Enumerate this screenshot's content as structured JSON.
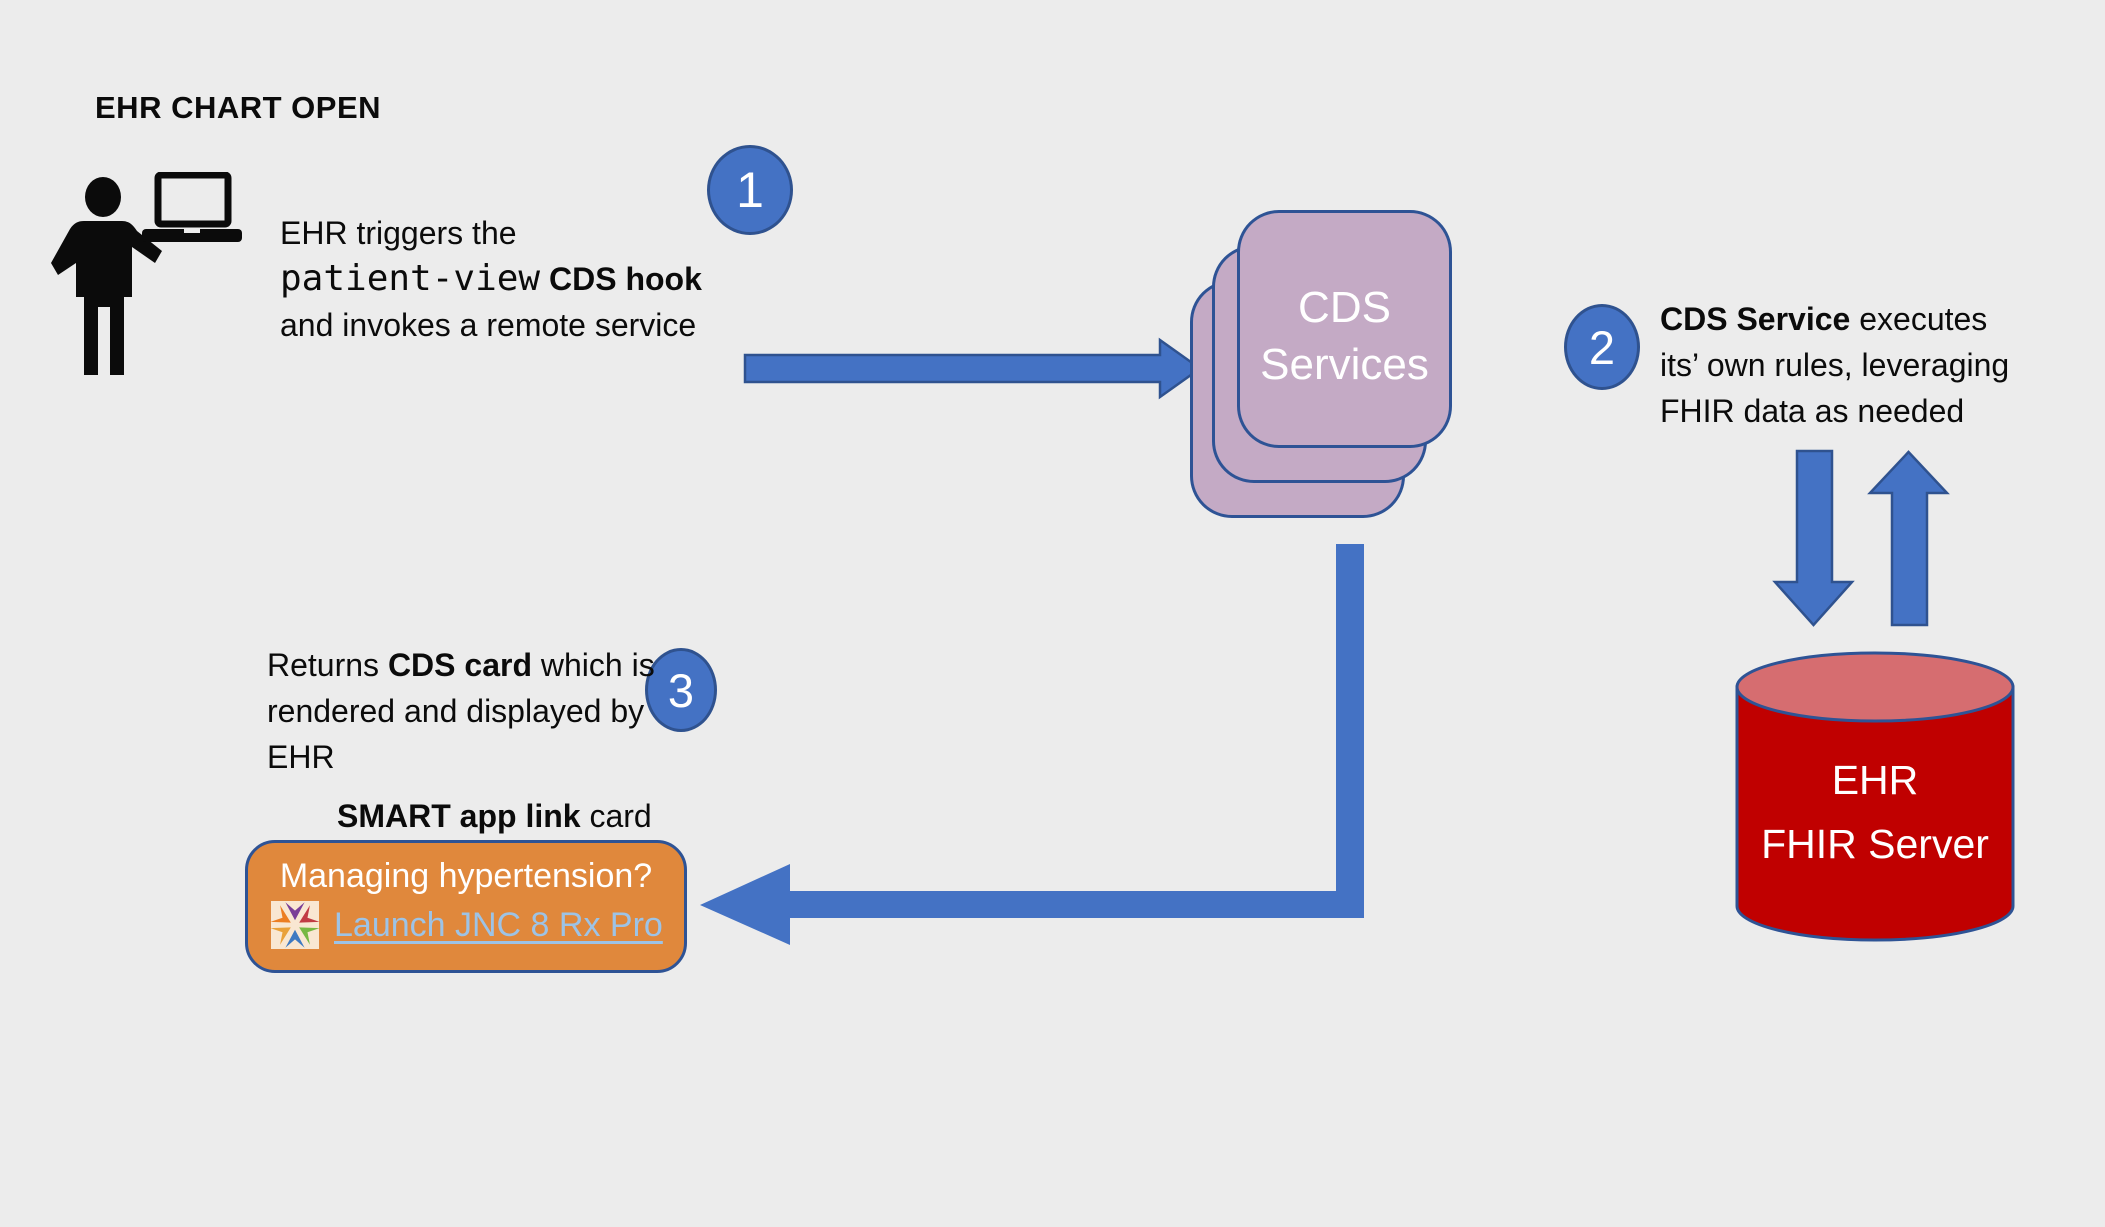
{
  "title": "EHR CHART OPEN",
  "colors": {
    "bg": "#ECECEC",
    "blue": "#4472C4",
    "blue_dark": "#2F528F",
    "navy": "#2E5395",
    "purple_fill": "#C4AAC5",
    "orange": "#E0883C",
    "red": "#C00000",
    "red_top": "#D66D70",
    "link_blue": "#9DC3E6"
  },
  "icons": {
    "person": "person-icon",
    "laptop": "laptop-icon",
    "smart_logo": "smart-health-logo-icon",
    "database": "database-cylinder-icon"
  },
  "step1": {
    "num": "1",
    "line1": "EHR triggers the",
    "line2_code": "patient-view",
    "line2_bold": " CDS hook",
    "line3": "and invokes a remote service"
  },
  "cds_services": {
    "line1": "CDS",
    "line2": "Services"
  },
  "step2": {
    "num": "2",
    "line1_bold": "CDS Service",
    "line1_rest": " executes",
    "line2": "its’ own rules, leveraging",
    "line3": "FHIR data as needed"
  },
  "fhir_server": {
    "line1": "EHR",
    "line2": "FHIR Server"
  },
  "step3": {
    "num": "3",
    "line1_pre": "Returns ",
    "line1_bold": "CDS card",
    "line1_post": " which is",
    "line2": "rendered and displayed by",
    "line3": "EHR"
  },
  "smart_card": {
    "label_bold": "SMART app link",
    "label_rest": " card",
    "question": "Managing hypertension?",
    "link": "Launch JNC 8 Rx Pro"
  }
}
